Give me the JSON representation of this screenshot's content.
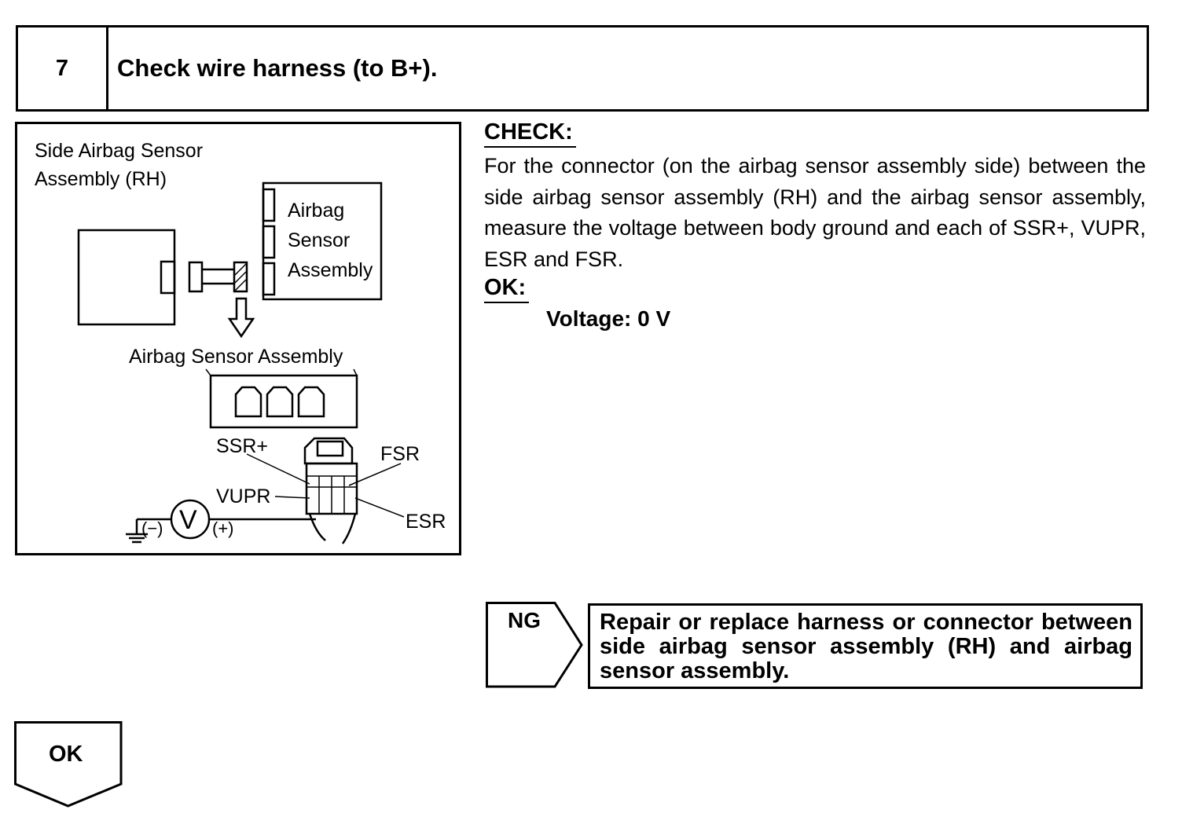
{
  "step": {
    "number": "7",
    "title": "Check wire harness (to B+)."
  },
  "diagram": {
    "label_side_sensor": [
      "Side Airbag Sensor",
      "Assembly (RH)"
    ],
    "label_airbag_sensor": [
      "Airbag",
      "Sensor",
      "Assembly"
    ],
    "label_connector_view": "Airbag Sensor Assembly",
    "pin_ssr": "SSR+",
    "pin_fsr": "FSR",
    "pin_vupr": "VUPR",
    "pin_esr": "ESR",
    "meter_symbol": "V",
    "meter_neg": "(−)",
    "meter_pos": "(+)"
  },
  "check": {
    "heading": "CHECK:",
    "body": "For the connector (on the airbag sensor assembly side) between the side airbag sensor assembly (RH) and the airbag sensor assembly, measure the voltage between body ground and each of SSR+, VUPR, ESR and FSR."
  },
  "ok": {
    "heading": "OK:",
    "value": "Voltage: 0 V"
  },
  "ng": {
    "label": "NG",
    "action": "Repair or replace harness or connector between side airbag sensor assembly (RH) and airbag sensor assembly."
  },
  "ok_button": {
    "label": "OK"
  }
}
